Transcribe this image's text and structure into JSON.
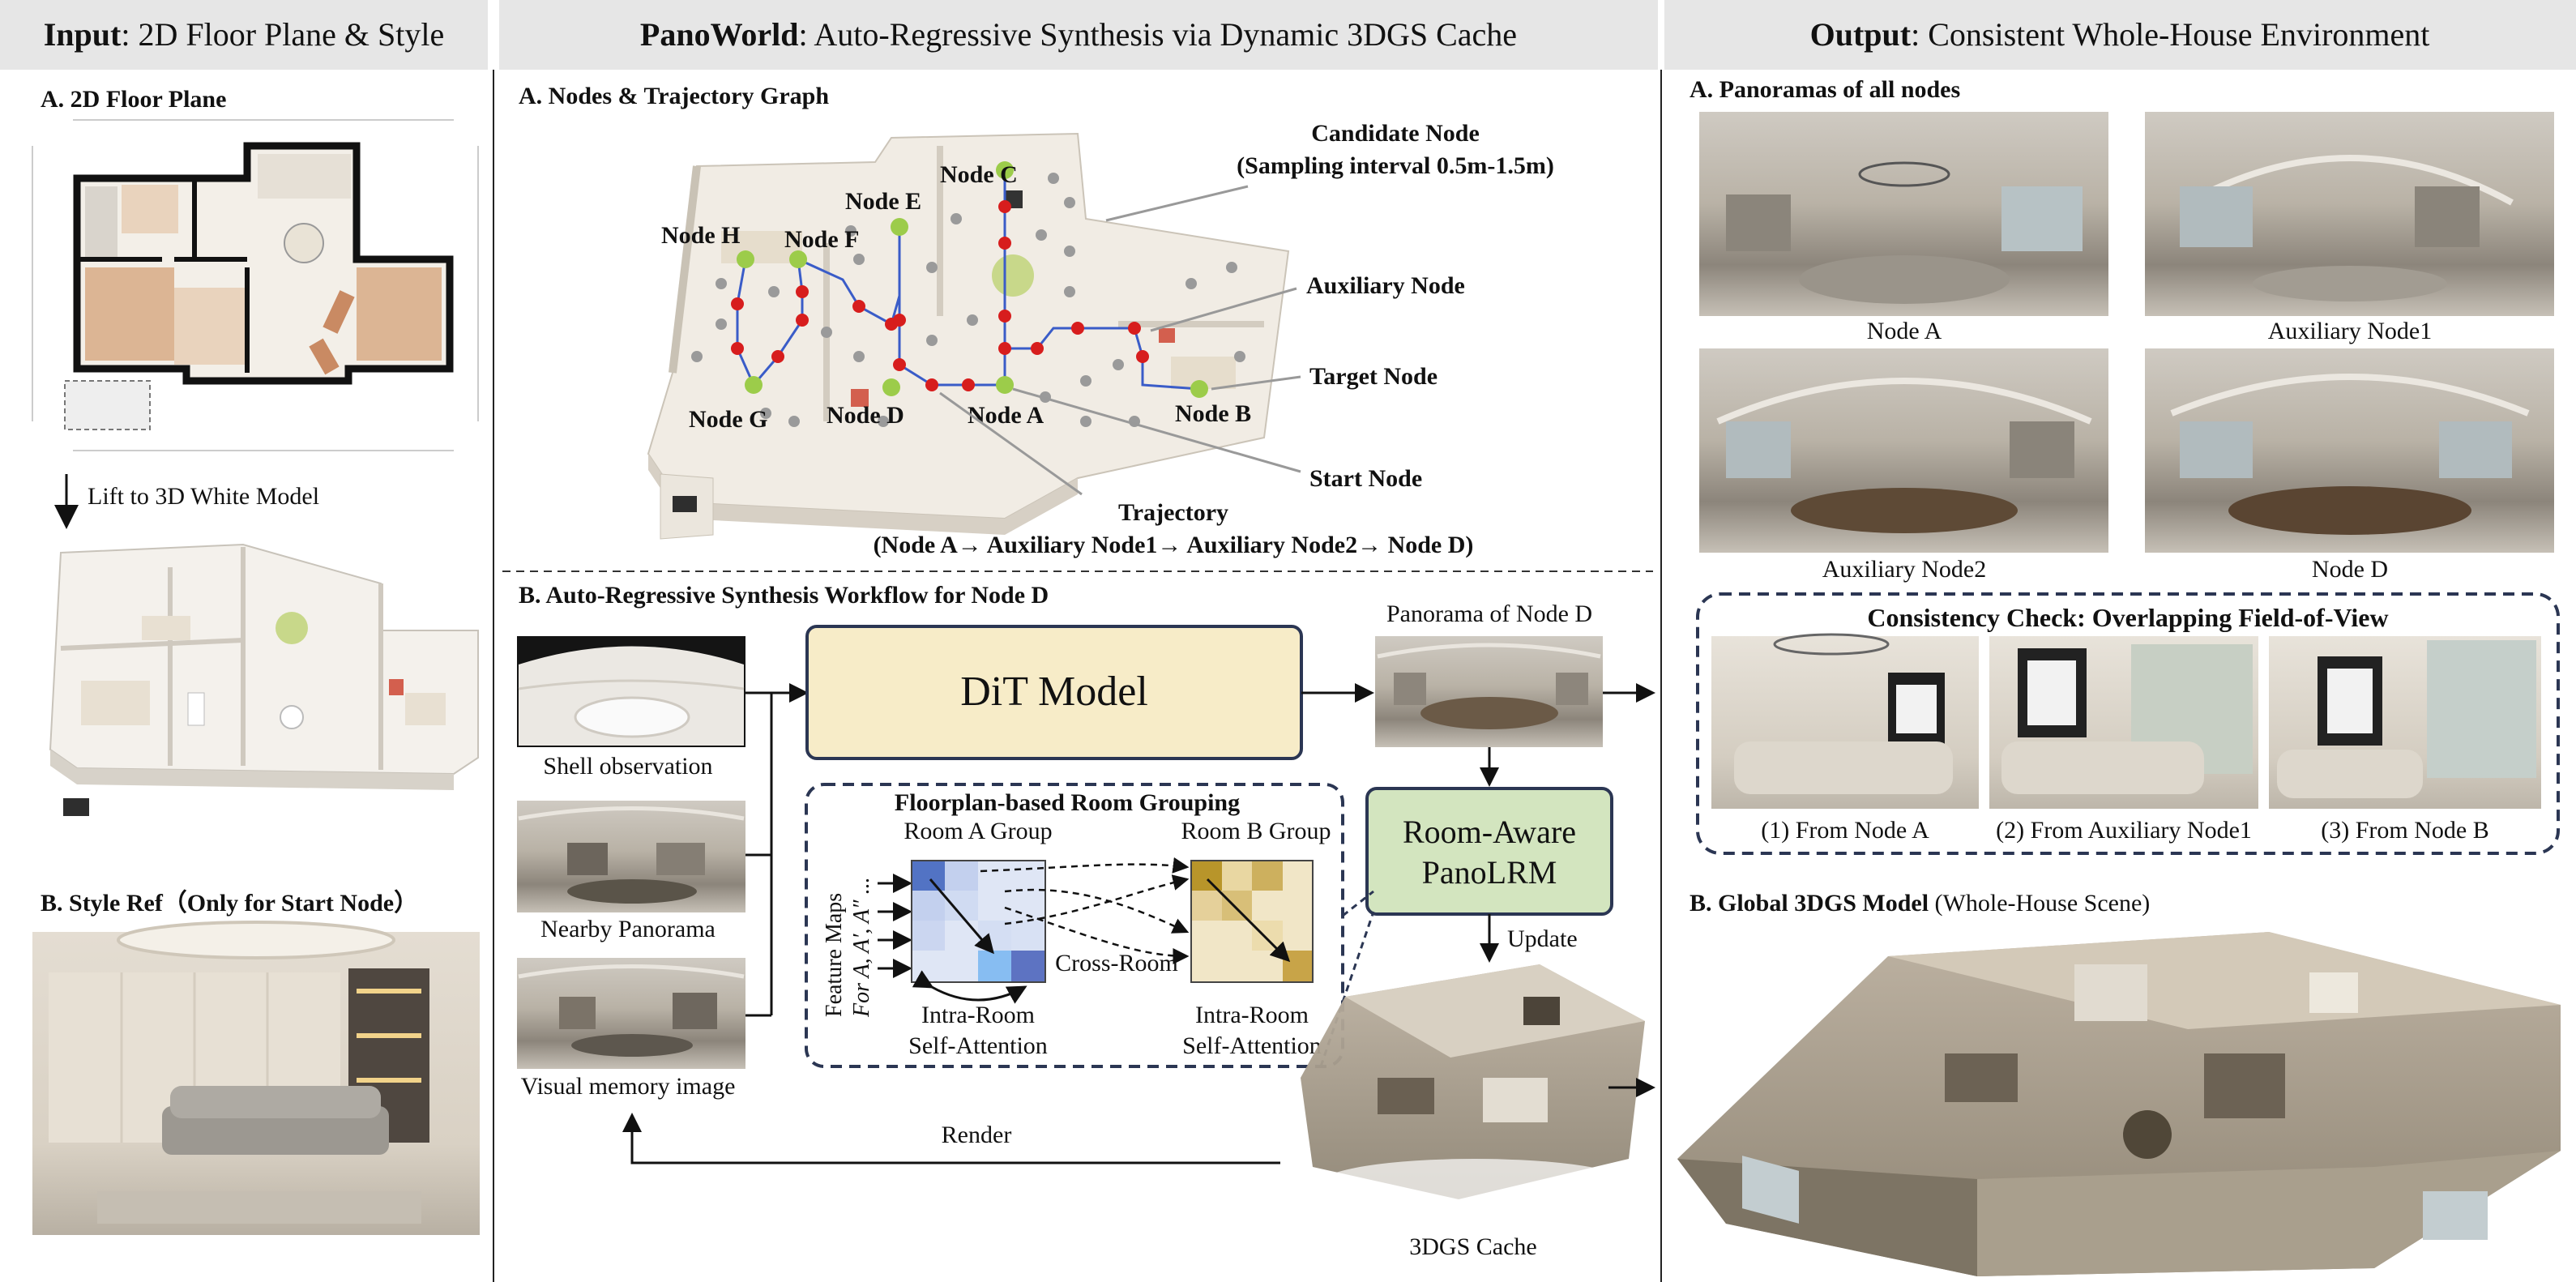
{
  "header": {
    "input_bold": "Input",
    "input_rest": ": 2D Floor Plane & Style",
    "mid_bold": "PanoWorld",
    "mid_rest": ": Auto-Regressive Synthesis via Dynamic 3DGS Cache",
    "out_bold": "Output",
    "out_rest": ": Consistent Whole-House Environment"
  },
  "left": {
    "floor_plane_title": "A. 2D Floor Plane",
    "lift_label": "Lift to 3D White Model",
    "style_ref_title": "B. Style Ref（Only for Start Node）"
  },
  "middle": {
    "graph_title": "A. Nodes & Trajectory Graph",
    "candidate_node": "Candidate Node",
    "sampling_interval": "(Sampling interval 0.5m-1.5m)",
    "auxiliary_node": "Auxiliary Node",
    "target_node": "Target Node",
    "start_node": "Start Node",
    "trajectory_title": "Trajectory",
    "trajectory_path": "(Node A→ Auxiliary Node1→ Auxiliary Node2→ Node D)",
    "nodes": {
      "a": "Node A",
      "b": "Node B",
      "c": "Node C",
      "d": "Node D",
      "e": "Node E",
      "f": "Node F",
      "g": "Node G",
      "h": "Node H"
    },
    "workflow_title": "B. Auto-Regressive Synthesis Workflow for Node D",
    "shell_observation": "Shell observation",
    "nearby_panorama": "Nearby Panorama",
    "visual_memory": "Visual memory image",
    "dit_model": "DiT Model",
    "panorama_of_node_d": "Panorama of Node D",
    "room_aware_line1": "Room-Aware",
    "room_aware_line2": "PanoLRM",
    "update": "Update",
    "render": "Render",
    "cache": "3DGS Cache",
    "grouping_title": "Floorplan-based Room Grouping",
    "room_a_group": "Room A Group",
    "room_b_group": "Room B Group",
    "feature_maps_line1": "Feature Maps",
    "feature_maps_line2": "For A, A′, A″ ...",
    "cross_room": "Cross-Room",
    "intra_room_1": "Intra-Room",
    "self_attention_1": "Self-Attention",
    "intra_room_2": "Intra-Room",
    "self_attention_2": "Self-Attention"
  },
  "right": {
    "panoramas_title": "A. Panoramas of all nodes",
    "pano_node_a": "Node A",
    "pano_aux1": "Auxiliary Node1",
    "pano_aux2": "Auxiliary Node2",
    "pano_node_d": "Node D",
    "consistency_title": "Consistency Check: Overlapping Field-of-View",
    "from_1": "(1)  From Node A",
    "from_2": "(2)  From Auxiliary Node1",
    "from_3": "(3)  From Node B",
    "global_title_bold": "B. Global 3DGS Model",
    "global_title_rest": " (Whole-House Scene)"
  },
  "colors": {
    "header_bg": "#e6e6e6",
    "dit_fill": "#f7ecc8",
    "panolrm_fill": "#d3e5bf",
    "box_stroke": "#2b3653",
    "candidate_node": "#9a9a9a",
    "red_node": "#d71d1d",
    "green_node": "#9ccc4a",
    "trajectory": "#3a5cc8"
  }
}
